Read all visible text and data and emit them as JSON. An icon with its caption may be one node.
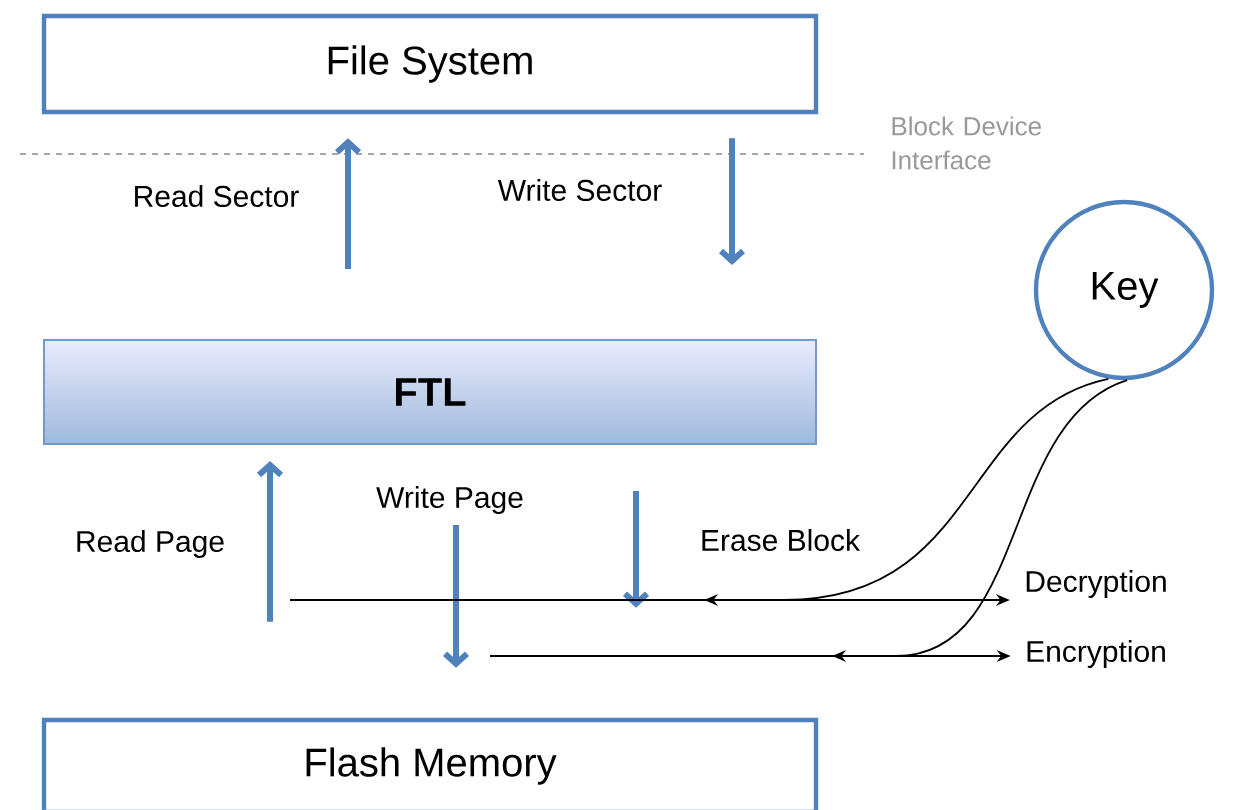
{
  "diagram": {
    "nodes": [
      {
        "text": [
          "File System"
        ]
      },
      {
        "text": [
          "FTL"
        ]
      },
      {
        "text": [
          "Flash Memory"
        ]
      },
      {
        "text": [
          "Key"
        ]
      },
      {
        "text": [
          "Decryption"
        ]
      },
      {
        "text": [
          "Encryption"
        ]
      }
    ],
    "edges": [
      {
        "from": 1,
        "to": 0,
        "arrow": "to",
        "label": "Read Sector"
      },
      {
        "from": 0,
        "to": 1,
        "arrow": "to",
        "label": "Write Sector"
      },
      {
        "from": 2,
        "to": 1,
        "arrow": "to",
        "label": "Read Page"
      },
      {
        "from": 1,
        "to": 2,
        "arrow": "to",
        "label": "Write Page"
      },
      {
        "from": 1,
        "to": 2,
        "arrow": "to",
        "label": "Erase Block"
      },
      {
        "from": null,
        "to": 4,
        "arrow": "to",
        "color": "#000000"
      },
      {
        "from": null,
        "to": 5,
        "arrow": "to",
        "color": "#000000"
      },
      {
        "from": 3,
        "to": null,
        "arrow": "to",
        "color": "#000000"
      },
      {
        "from": 3,
        "to": null,
        "arrow": "to",
        "color": "#000000"
      }
    ],
    "labels": [
      "Block Device Interface"
    ]
  }
}
